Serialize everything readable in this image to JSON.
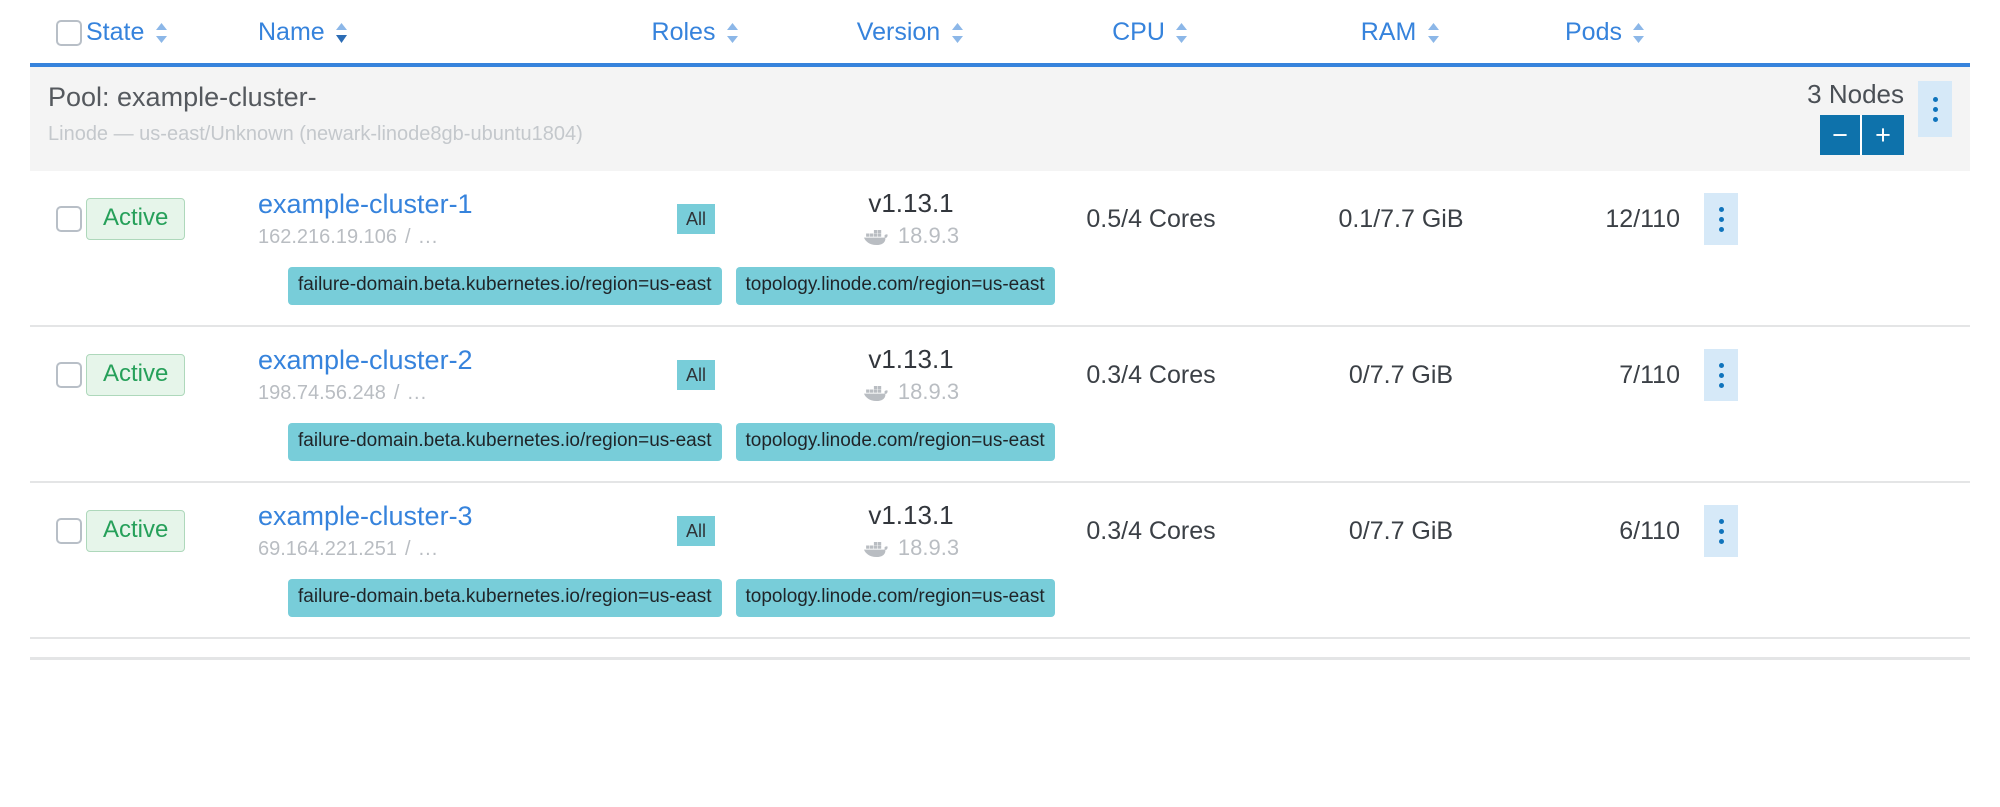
{
  "table": {
    "columns": [
      {
        "label": "State",
        "align": "left",
        "sorted": false
      },
      {
        "label": "Name",
        "align": "left",
        "sorted": true
      },
      {
        "label": "Roles",
        "align": "center",
        "sorted": false
      },
      {
        "label": "Version",
        "align": "center",
        "sorted": false
      },
      {
        "label": "CPU",
        "align": "center",
        "sorted": false
      },
      {
        "label": "RAM",
        "align": "center",
        "sorted": false
      },
      {
        "label": "Pods",
        "align": "center",
        "sorted": false
      }
    ]
  },
  "pool": {
    "title": "Pool: example-cluster-",
    "subtitle": "Linode — us-east/Unknown (newark-linode8gb-ubuntu1804)",
    "node_count_label": "3 Nodes",
    "decrement_label": "−",
    "increment_label": "+",
    "menu_icon": "kebab-menu-icon",
    "accent_color": "#3683dc",
    "stepper_color": "#0e72ab",
    "background": "#f4f4f4"
  },
  "nodes": [
    {
      "state": "Active",
      "name": "example-cluster-1",
      "ip": "162.216.19.106",
      "ip_separator": "/",
      "ip_more": "...",
      "role": "All",
      "version": "v1.13.1",
      "docker_version": "18.9.3",
      "docker_icon": "docker-whale-icon",
      "cpu": "0.5/4 Cores",
      "ram": "0.1/7.7 GiB",
      "pods": "12/110",
      "labels": [
        "failure-domain.beta.kubernetes.io/region=us-east",
        "topology.linode.com/region=us-east"
      ]
    },
    {
      "state": "Active",
      "name": "example-cluster-2",
      "ip": "198.74.56.248",
      "ip_separator": "/",
      "ip_more": "...",
      "role": "All",
      "version": "v1.13.1",
      "docker_version": "18.9.3",
      "docker_icon": "docker-whale-icon",
      "cpu": "0.3/4 Cores",
      "ram": "0/7.7 GiB",
      "pods": "7/110",
      "labels": [
        "failure-domain.beta.kubernetes.io/region=us-east",
        "topology.linode.com/region=us-east"
      ]
    },
    {
      "state": "Active",
      "name": "example-cluster-3",
      "ip": "69.164.221.251",
      "ip_separator": "/",
      "ip_more": "...",
      "role": "All",
      "version": "v1.13.1",
      "docker_version": "18.9.3",
      "docker_icon": "docker-whale-icon",
      "cpu": "0.3/4 Cores",
      "ram": "0/7.7 GiB",
      "pods": "6/110",
      "labels": [
        "failure-domain.beta.kubernetes.io/region=us-east",
        "topology.linode.com/region=us-east"
      ]
    }
  ],
  "colors": {
    "link": "#3683dc",
    "status_active_text": "#26a05a",
    "status_active_bg": "#e6f5ea",
    "tag_teal": "#78cdd9",
    "muted": "#b9bdc2"
  }
}
